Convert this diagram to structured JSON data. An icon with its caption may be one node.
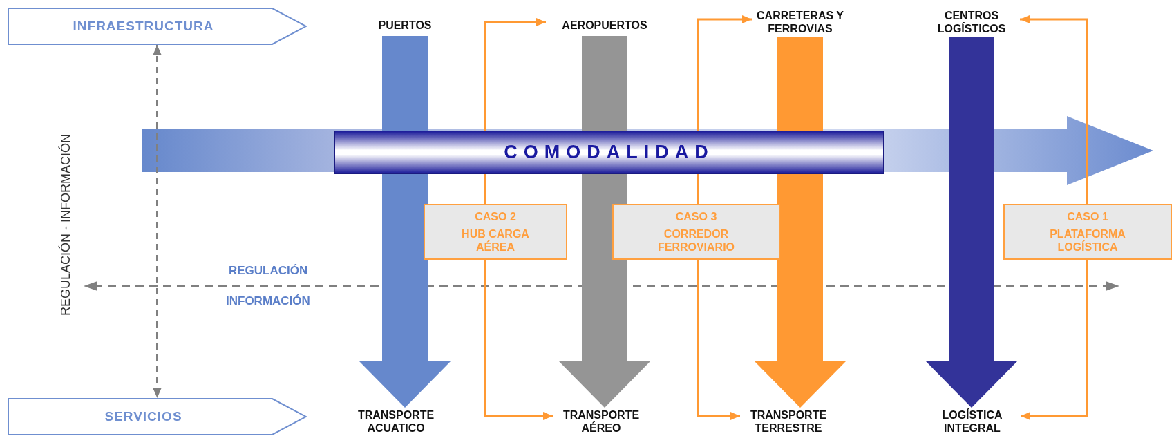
{
  "diagram": {
    "nodes": [
      {
        "text": [
          "INFRAESTRUCTURA"
        ]
      },
      {
        "text": [
          "SERVICIOS"
        ]
      },
      {
        "text": [
          "PUERTOS"
        ]
      },
      {
        "text": [
          "AEROPUERTOS"
        ]
      },
      {
        "text": [
          "CARRETERAS Y FERROVIAS"
        ]
      },
      {
        "text": [
          "CENTROS LOGÍSTICOS"
        ]
      },
      {
        "text": [
          "TRANSPORTE ACUATICO"
        ]
      },
      {
        "text": [
          "TRANSPORTE AÉREO"
        ]
      },
      {
        "text": [
          "TRANSPORTE TERRESTRE"
        ]
      },
      {
        "text": [
          "LOGÍSTICA INTEGRAL"
        ]
      },
      {
        "text": [
          "CASO 2",
          "HUB CARGA AÉREA"
        ]
      },
      {
        "text": [
          "CASO 3",
          "CORREDOR FERROVIARIO"
        ]
      },
      {
        "text": [
          "CASO 1",
          "PLATAFORMA LOGÍSTICA"
        ]
      }
    ],
    "edges": [
      {
        "from": 0,
        "to": 1,
        "arrow": "both",
        "style": "dashed",
        "color": "#808080"
      },
      {
        "from": 2,
        "to": 6,
        "arrow": "to",
        "style": "thick",
        "color": "#6688cc"
      },
      {
        "from": 3,
        "to": 7,
        "arrow": "to",
        "style": "thick",
        "color": "#959595"
      },
      {
        "from": 4,
        "to": 8,
        "arrow": "to",
        "style": "thick",
        "color": "#ff9933"
      },
      {
        "from": 5,
        "to": 9,
        "arrow": "to",
        "style": "thick",
        "color": "#333399"
      },
      {
        "from": 10,
        "to": 3,
        "arrow": "to"
      },
      {
        "from": 10,
        "to": 7,
        "arrow": "to"
      },
      {
        "from": 11,
        "to": 4,
        "arrow": "to"
      },
      {
        "from": 11,
        "to": 8,
        "arrow": "to"
      },
      {
        "from": 12,
        "to": 5,
        "arrow": "to"
      },
      {
        "from": 12,
        "to": 9,
        "arrow": "to"
      }
    ],
    "labels": [
      "COMODALIDAD",
      "REGULACIÓN - INFORMACIÓN",
      "REGULACIÓN",
      "INFORMACIÓN"
    ]
  }
}
